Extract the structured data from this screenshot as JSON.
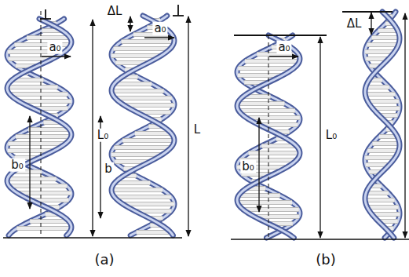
{
  "diagram": {
    "labels": [
      "ΔL",
      "a₀",
      "a₀",
      "L₀",
      "b₀",
      "b",
      "L",
      "(a)",
      "ΔL",
      "a₀",
      "L₀",
      "b₀",
      "(b)"
    ]
  }
}
